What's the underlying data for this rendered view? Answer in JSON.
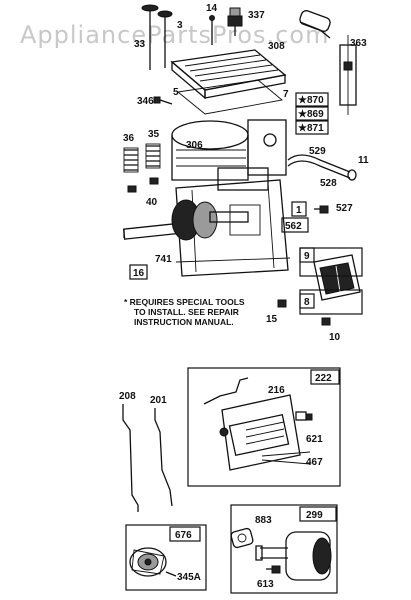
{
  "watermark": "AppliancePartsPros.com",
  "note": {
    "line1": "* REQUIRES SPECIAL TOOLS",
    "line2": "TO INSTALL. SEE REPAIR",
    "line3": "INSTRUCTION MANUAL."
  },
  "labels": {
    "p14": "14",
    "p337": "337",
    "p3": "3",
    "p33": "33",
    "p308": "308",
    "p363": "363",
    "p346": "346",
    "p5": "5",
    "p7": "7",
    "p870": "★870",
    "p869": "★869",
    "p871": "★871",
    "p306": "306",
    "p36": "36",
    "p35": "35",
    "p529": "529",
    "p11": "11",
    "p528": "528",
    "p40": "40",
    "p1": "1",
    "p527": "527",
    "p562": "562",
    "p741": "741",
    "p16": "16",
    "p9": "9",
    "p8": "8",
    "p15": "15",
    "p10": "10",
    "p222": "222",
    "p216": "216",
    "p621": "621",
    "p467": "467",
    "p208": "208",
    "p201": "201",
    "p676": "676",
    "p345a": "345A",
    "p299": "299",
    "p883": "883",
    "p613": "613"
  }
}
